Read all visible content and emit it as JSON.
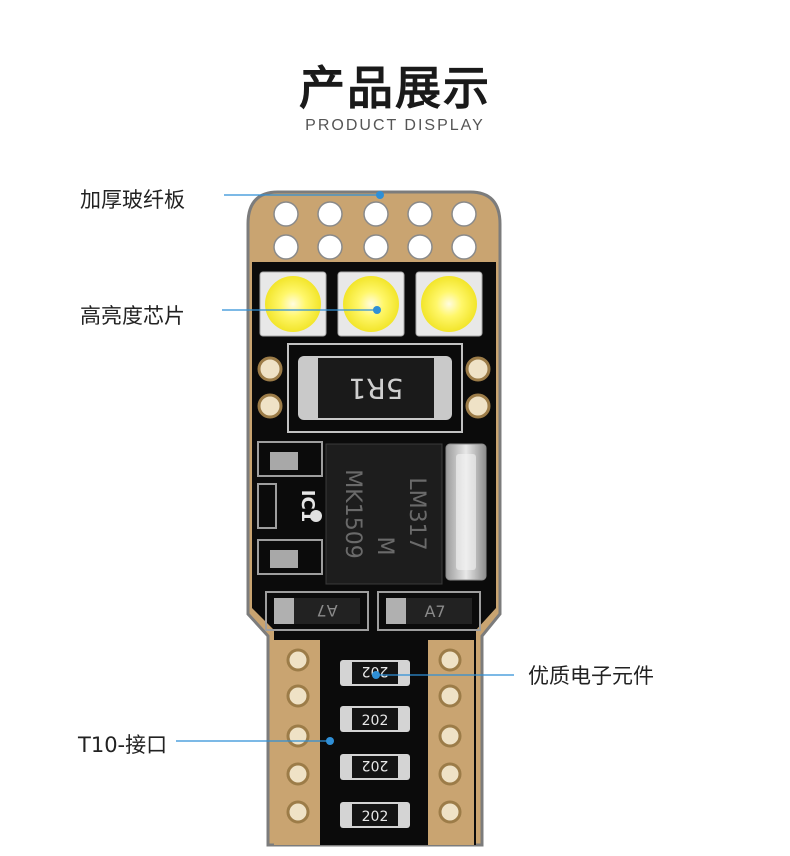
{
  "header": {
    "title": "产品展示",
    "subtitle": "PRODUCT DISPLAY"
  },
  "callouts": {
    "pcb": "加厚玻纤板",
    "led": "高亮度芯片",
    "components": "优质电子元件",
    "interface": "T10-接口"
  },
  "markings": {
    "resistor_large": "5R1",
    "ic_main": "LM317",
    "ic_sub1": "M",
    "ic_sub2": "MK1509",
    "ic_left": "IC1",
    "diode": "A7",
    "smd": "202"
  },
  "colors": {
    "board": "#0b0b0b",
    "copper": "#c9a471",
    "led": "#fff44a",
    "pointer": "#2f8fd6"
  }
}
